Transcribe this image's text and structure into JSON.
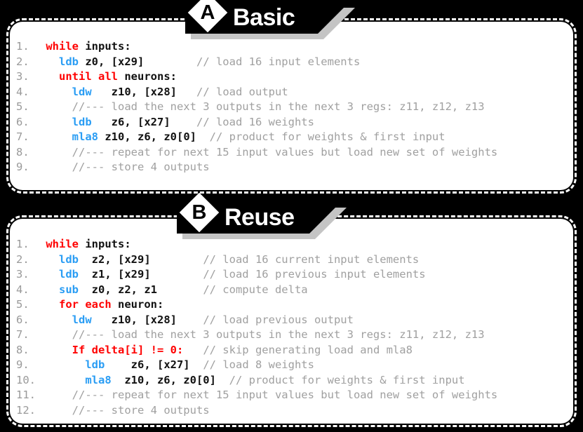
{
  "background_color": "#000000",
  "colors": {
    "keyword": "#ff0000",
    "mnemonic": "#2a9df4",
    "operand": "#111111",
    "comment": "#a0a0a0",
    "line_number": "#9a9a9a",
    "banner_bg": "#000000",
    "banner_shadow": "#c4c4c4",
    "panel_bg": "#ffffff",
    "panel_border": "#ffffff"
  },
  "panels": [
    {
      "id": "a",
      "badge_letter": "A",
      "title": "Basic",
      "lines": [
        {
          "num": "1.",
          "indent": 0,
          "kw": "while",
          "op": "",
          "id": " inputs:",
          "comment": ""
        },
        {
          "num": "2.",
          "indent": 1,
          "kw": "",
          "op": "ldb",
          "id": " z0, [x29]",
          "comment": "// load 16 input elements"
        },
        {
          "num": "3.",
          "indent": 1,
          "kw": "until all",
          "op": "",
          "id": " neurons:",
          "comment": ""
        },
        {
          "num": "4.",
          "indent": 2,
          "kw": "",
          "op": "ldw",
          "id": "   z10, [x28]",
          "comment": "// load output"
        },
        {
          "num": "5.",
          "indent": 2,
          "kw": "",
          "op": "",
          "id": "",
          "comment": "//--- load the next 3 outputs in the next 3 regs: z11, z12, z13",
          "full_comment": true
        },
        {
          "num": "6.",
          "indent": 2,
          "kw": "",
          "op": "ldb",
          "id": "   z6, [x27]",
          "comment": "// load 16 weights"
        },
        {
          "num": "7.",
          "indent": 2,
          "kw": "",
          "op": "mla8",
          "id": " z10, z6, z0[0]",
          "comment": "// product for weights & first input"
        },
        {
          "num": "8.",
          "indent": 2,
          "kw": "",
          "op": "",
          "id": "",
          "comment": "//--- repeat for next 15 input values but load new set of weights",
          "full_comment": true
        },
        {
          "num": "9.",
          "indent": 2,
          "kw": "",
          "op": "",
          "id": "",
          "comment": "//--- store 4 outputs",
          "full_comment": true
        }
      ]
    },
    {
      "id": "b",
      "badge_letter": "B",
      "title": "Reuse",
      "lines": [
        {
          "num": "1.",
          "indent": 0,
          "kw": "while",
          "op": "",
          "id": " inputs:",
          "comment": ""
        },
        {
          "num": "2.",
          "indent": 1,
          "kw": "",
          "op": "ldb",
          "id": "  z2, [x29]",
          "comment": "// load 16 current input elements"
        },
        {
          "num": "3.",
          "indent": 1,
          "kw": "",
          "op": "ldb",
          "id": "  z1, [x29]",
          "comment": "// load 16 previous input elements"
        },
        {
          "num": "4.",
          "indent": 1,
          "kw": "",
          "op": "sub",
          "id": "  z0, z2, z1",
          "comment": "// compute delta"
        },
        {
          "num": "5.",
          "indent": 1,
          "kw": "for each",
          "op": "",
          "id": " neuron:",
          "comment": ""
        },
        {
          "num": "6.",
          "indent": 2,
          "kw": "",
          "op": "ldw",
          "id": "   z10, [x28]",
          "comment": "// load previous output"
        },
        {
          "num": "7.",
          "indent": 2,
          "kw": "",
          "op": "",
          "id": "",
          "comment": "//--- load the next 3 outputs in the next 3 regs: z11, z12, z13",
          "full_comment": true
        },
        {
          "num": "8.",
          "indent": 2,
          "kw": "If delta[i] != 0:",
          "op": "",
          "id": "",
          "comment": "// skip generating load and mla8"
        },
        {
          "num": "9.",
          "indent": 3,
          "kw": "",
          "op": "ldb",
          "id": "    z6, [x27]",
          "comment": "// load 8 weights"
        },
        {
          "num": "10.",
          "indent": 3,
          "kw": "",
          "op": "mla8",
          "id": "  z10, z6, z0[0]",
          "comment": "// product for weights & first input"
        },
        {
          "num": "11.",
          "indent": 2,
          "kw": "",
          "op": "",
          "id": "",
          "comment": "//--- repeat for next 15 input values but load new set of weights",
          "full_comment": true
        },
        {
          "num": "12.",
          "indent": 2,
          "kw": "",
          "op": "",
          "id": "",
          "comment": "//--- store 4 outputs",
          "full_comment": true
        }
      ]
    }
  ]
}
